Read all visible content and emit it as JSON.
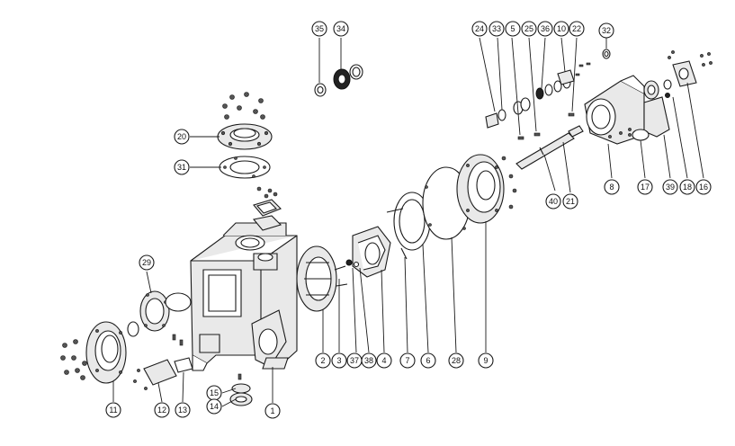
{
  "diagram": {
    "callouts": {
      "p1": "1",
      "p2": "2",
      "p3": "3",
      "p4": "4",
      "p5": "5",
      "p6": "6",
      "p7": "7",
      "p8": "8",
      "p9": "9",
      "p10": "10",
      "p11": "11",
      "p12": "12",
      "p13": "13",
      "p14": "14",
      "p15": "15",
      "p16": "16",
      "p17": "17",
      "p18": "18",
      "p20": "20",
      "p21": "21",
      "p22": "22",
      "p24": "24",
      "p25": "25",
      "p28": "28",
      "p29": "29",
      "p31": "31",
      "p32": "32",
      "p33": "33",
      "p34": "34",
      "p35": "35",
      "p36": "36",
      "p37": "37",
      "p38": "38",
      "p39": "39",
      "p40": "40"
    }
  }
}
